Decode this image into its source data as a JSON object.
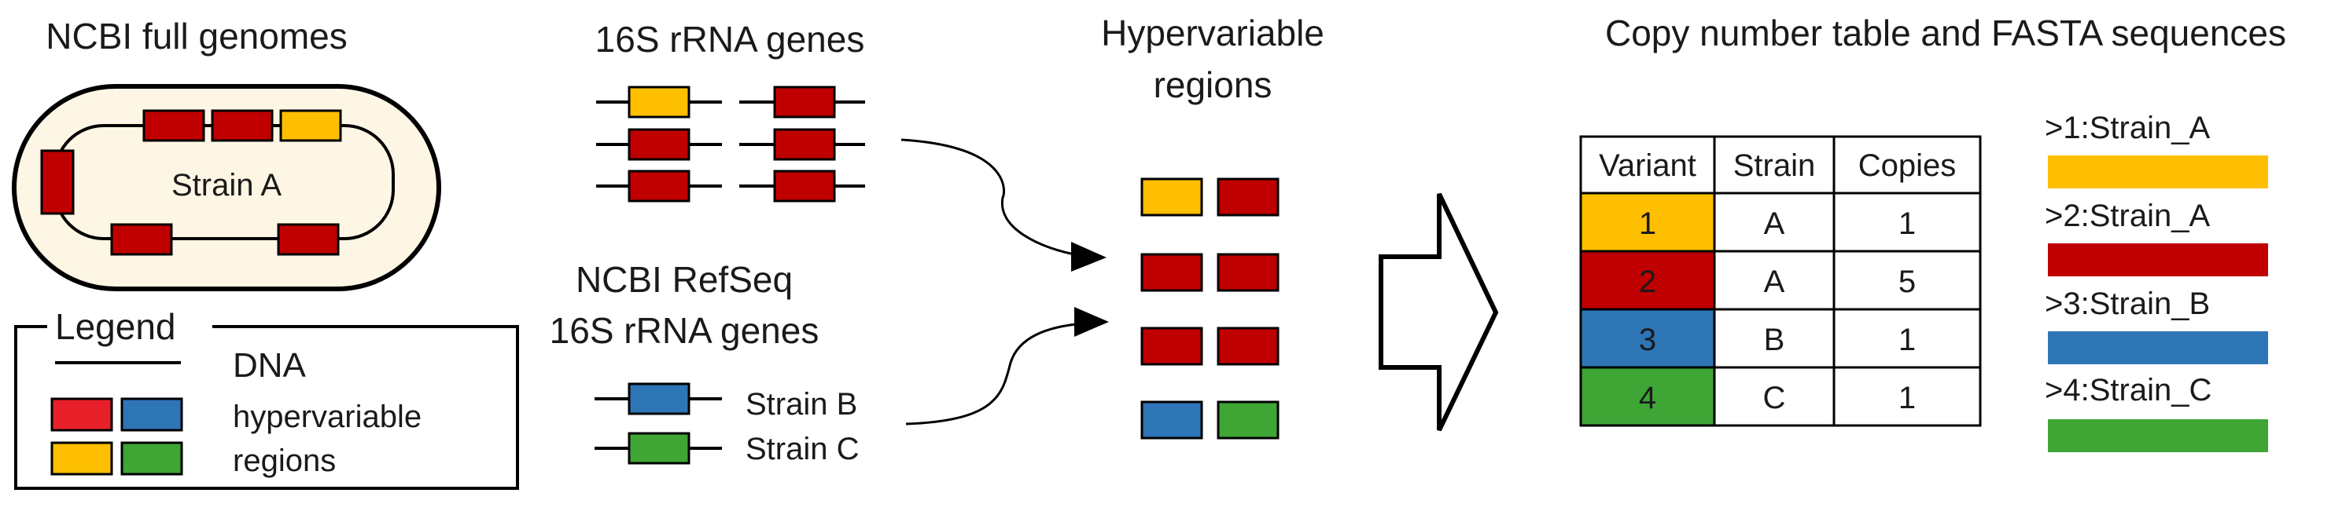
{
  "sections": {
    "genomes_title": "NCBI full genomes",
    "rrna_title": "16S rRNA genes",
    "refseq_title_line1": "NCBI RefSeq",
    "refseq_title_line2": "16S rRNA genes",
    "hv_title_line1": "Hypervariable",
    "hv_title_line2": "regions",
    "output_title": "Copy number table and FASTA sequences"
  },
  "genome": {
    "strain_label": "Strain A"
  },
  "legend": {
    "title": "Legend",
    "dna_label": "DNA",
    "hv_label_line1": "hypervariable",
    "hv_label_line2": "regions"
  },
  "refseq": {
    "strain_b": "Strain B",
    "strain_c": "Strain C"
  },
  "table": {
    "headers": [
      "Variant",
      "Strain",
      "Copies"
    ],
    "rows": [
      {
        "variant": "1",
        "strain": "A",
        "copies": "1",
        "color": "#FDBF00"
      },
      {
        "variant": "2",
        "strain": "A",
        "copies": "5",
        "color": "#C00000"
      },
      {
        "variant": "3",
        "strain": "B",
        "copies": "1",
        "color": "#2E75B6"
      },
      {
        "variant": "4",
        "strain": "C",
        "copies": "1",
        "color": "#3FA535"
      }
    ]
  },
  "fasta": [
    {
      "header": ">1:Strain_A",
      "color": "#FDBF00"
    },
    {
      "header": ">2:Strain_A",
      "color": "#C00000"
    },
    {
      "header": ">3:Strain_B",
      "color": "#2E75B6"
    },
    {
      "header": ">4:Strain_C",
      "color": "#3FA535"
    }
  ],
  "colors": {
    "yellow": "#FDBF00",
    "red": "#C00000",
    "bright_red": "#E8202A",
    "blue": "#2E75B6",
    "green": "#3FA535",
    "genome_fill": "#FEF6E4"
  }
}
